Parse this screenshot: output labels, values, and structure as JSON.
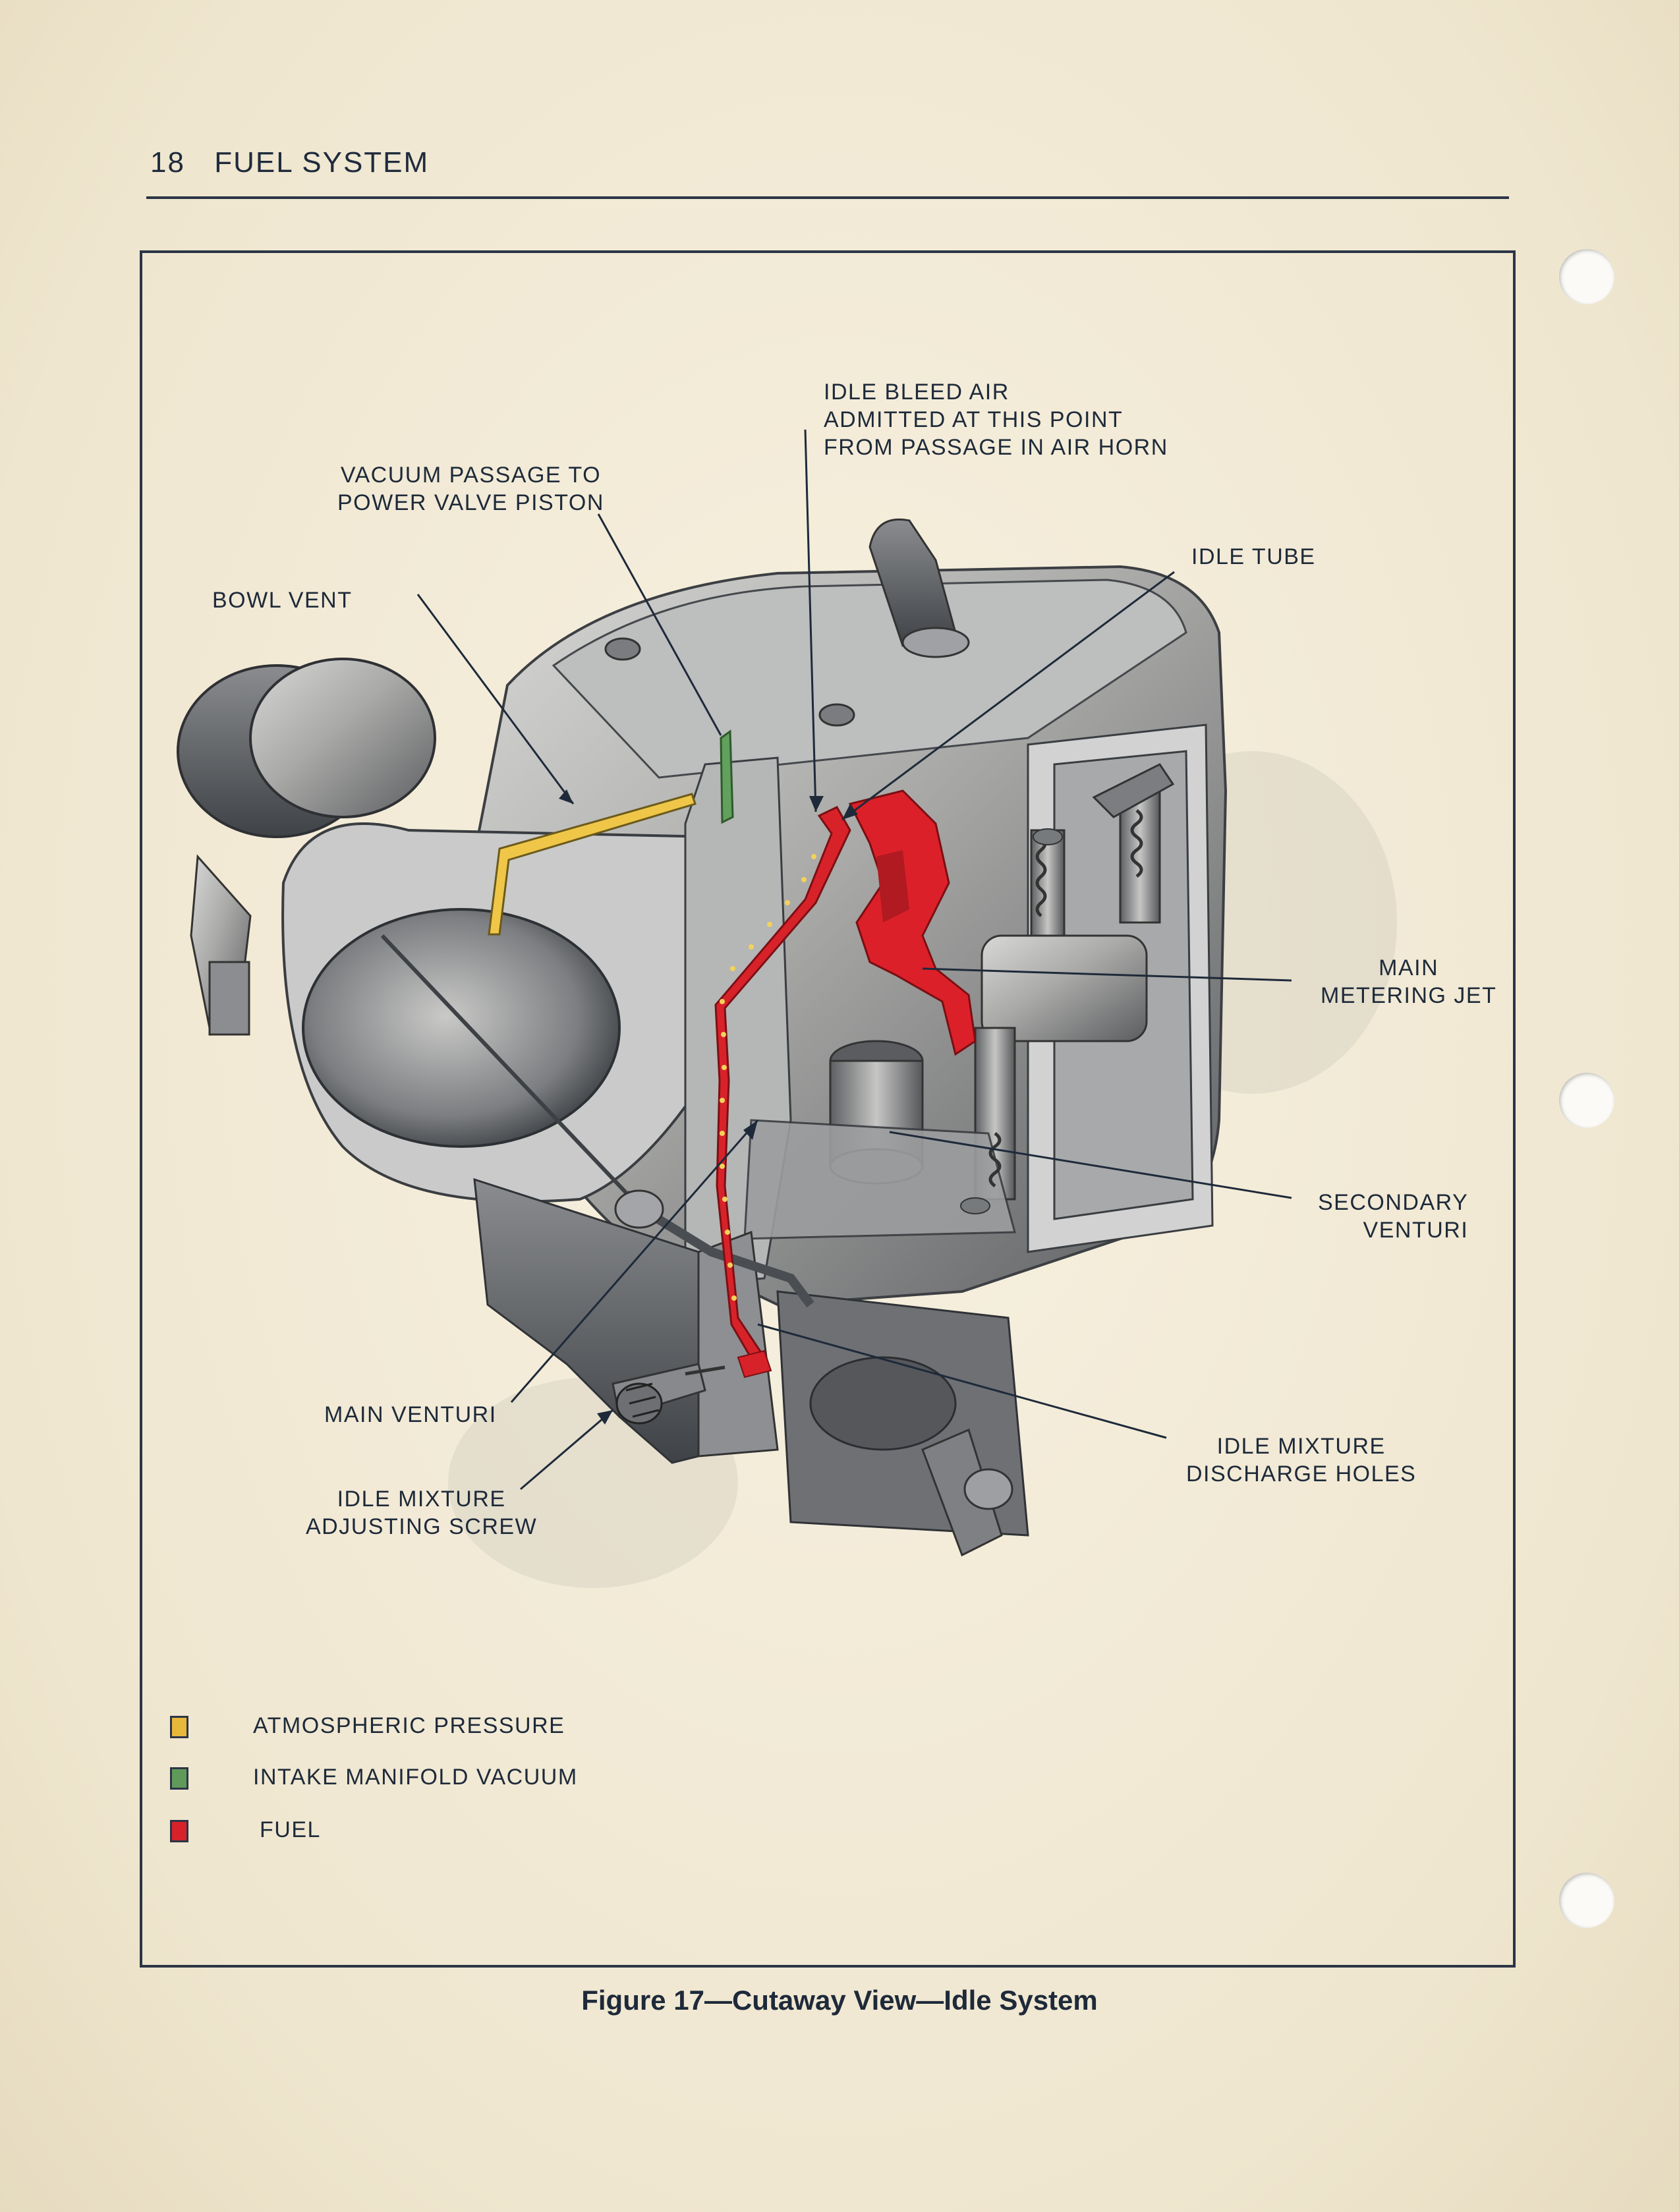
{
  "header": {
    "page_number": "18",
    "section_title": "FUEL SYSTEM"
  },
  "labels": {
    "idle_bleed_air": [
      "IDLE BLEED AIR",
      "ADMITTED AT THIS POINT",
      "FROM PASSAGE IN AIR HORN"
    ],
    "vacuum_passage": [
      "VACUUM PASSAGE TO",
      "POWER VALVE PISTON"
    ],
    "bowl_vent": "BOWL VENT",
    "idle_tube": "IDLE TUBE",
    "main_metering_jet": [
      "MAIN",
      "METERING JET"
    ],
    "secondary_venturi": [
      "SECONDARY",
      "VENTURI"
    ],
    "main_venturi": "MAIN VENTURI",
    "idle_mixture_discharge": [
      "IDLE MIXTURE",
      "DISCHARGE HOLES"
    ],
    "idle_mixture_screw": [
      "IDLE MIXTURE",
      "ADJUSTING SCREW"
    ]
  },
  "legend": [
    {
      "label": "ATMOSPHERIC PRESSURE",
      "color": "#e8b83a"
    },
    {
      "label": "INTAKE MANIFOLD VACUUM",
      "color": "#5f9a5a"
    },
    {
      "label": "FUEL",
      "color": "#d8222a"
    }
  ],
  "caption": "Figure 17—Cutaway View—Idle System"
}
